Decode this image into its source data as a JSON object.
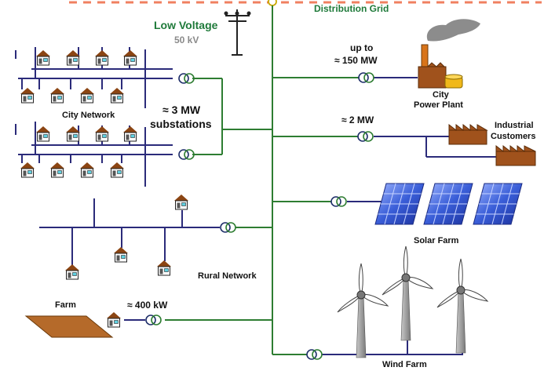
{
  "labels": {
    "low_voltage": "Low Voltage",
    "low_voltage_value": "50 kV",
    "distribution_grid": "Distribution Grid",
    "city_network": "City Network",
    "substations_power": "≈ 3  MW",
    "substations": "substations",
    "plant_power_line1": "up to",
    "plant_power_line2": "≈ 150  MW",
    "city_power_plant_line1": "City",
    "city_power_plant_line2": "Power Plant",
    "industrial_power": "≈ 2  MW",
    "industrial_customers_line1": "Industrial",
    "industrial_customers_line2": "Customers",
    "solar_farm": "Solar Farm",
    "rural_network": "Rural Network",
    "farm": "Farm",
    "farm_power": "≈ 400  kW",
    "wind_farm": "Wind Farm"
  },
  "colors": {
    "grid_line": "#2e7d32",
    "network_line": "#2b2b7a",
    "house_roof": "#8b4513",
    "factory": "#8b4513",
    "solar_panel": "#3a5ed8",
    "turbine": "#9a9a9a",
    "dashed_border": "#f08060"
  },
  "icons": [
    "transformer-icon",
    "house-icon",
    "power-pole-icon",
    "power-plant-icon",
    "factory-icon",
    "solar-panel-icon",
    "wind-turbine-icon",
    "farm-field-icon"
  ]
}
